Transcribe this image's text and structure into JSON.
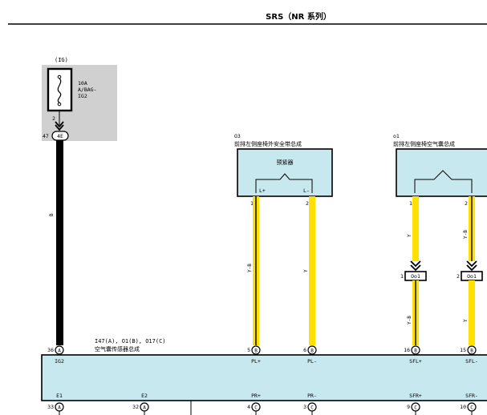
{
  "title": "SRS（NR 系列）",
  "fuse": {
    "group": "(IG)",
    "rating": "10A",
    "name1": "A/BAG-",
    "name2": "IG2",
    "pin": "2"
  },
  "ig_connector": {
    "num": "47",
    "code": "4E"
  },
  "wire_ig_color": "B",
  "o3": {
    "id": "O3",
    "name": "前排左侧座椅外安全带总成",
    "inner": "预紧器",
    "pin1": "1",
    "pin2": "2",
    "label1": "L+",
    "label2": "L-",
    "wire1_color": "Y-B",
    "wire2_color": "Y"
  },
  "o1": {
    "id": "o1",
    "name": "前排左侧座椅空气囊总成",
    "pin1": "1",
    "pin2": "2",
    "wire1_color": "Y",
    "wire2_color": "Y-B",
    "wire3_color": "Y-B",
    "wire4_color": "Y",
    "conn1_num": "1",
    "conn1_label": "Oo1",
    "conn2_num": "2",
    "conn2_label": "Oo1"
  },
  "sensor": {
    "ids": "I47(A), O1(B), O17(C)",
    "name": "空气囊传感器总成",
    "top_pins": [
      {
        "num": "36",
        "conn": "A",
        "label": "IG2"
      },
      {
        "num": "5",
        "conn": "B",
        "label": "PL+"
      },
      {
        "num": "6",
        "conn": "B",
        "label": "PL-"
      },
      {
        "num": "16",
        "conn": "B",
        "label": "SFL+"
      },
      {
        "num": "15",
        "conn": "B",
        "label": "SFL-"
      }
    ],
    "bottom_pins": [
      {
        "num": "33",
        "conn": "A",
        "label": "E1"
      },
      {
        "num": "32",
        "conn": "A",
        "label": "E2"
      },
      {
        "num": "4",
        "conn": "C",
        "label": "PR+"
      },
      {
        "num": "3",
        "conn": "C",
        "label": "PR-"
      },
      {
        "num": "9",
        "conn": "C",
        "label": "SFR+"
      },
      {
        "num": "10",
        "conn": "C",
        "label": "SFR-"
      }
    ]
  },
  "colors": {
    "wire_yellow": "#ffe000",
    "component_fill": "#c8e8f0",
    "fuse_block": "#d0d0d0",
    "wire_black": "#000000"
  }
}
